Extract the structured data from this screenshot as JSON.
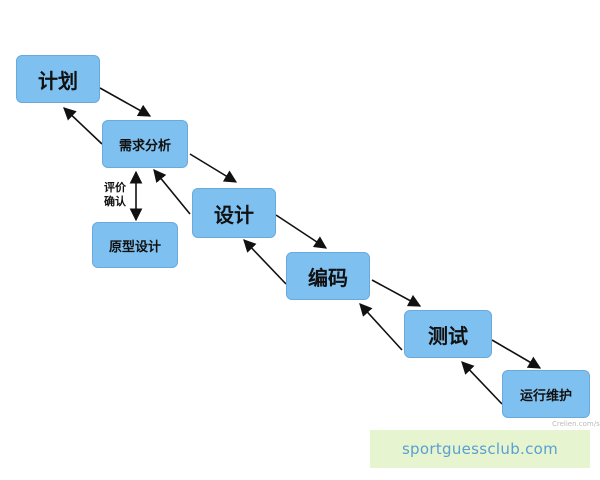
{
  "nodes": {
    "plan": "计划",
    "requirements": "需求分析",
    "prototype": "原型设计",
    "design": "设计",
    "coding": "编码",
    "testing": "测试",
    "maintenance": "运行维护"
  },
  "edge_label": {
    "line1": "评价",
    "line2": "确认"
  },
  "watermark": "Crelien.com/sesion",
  "banner": "sportguessclub.com"
}
